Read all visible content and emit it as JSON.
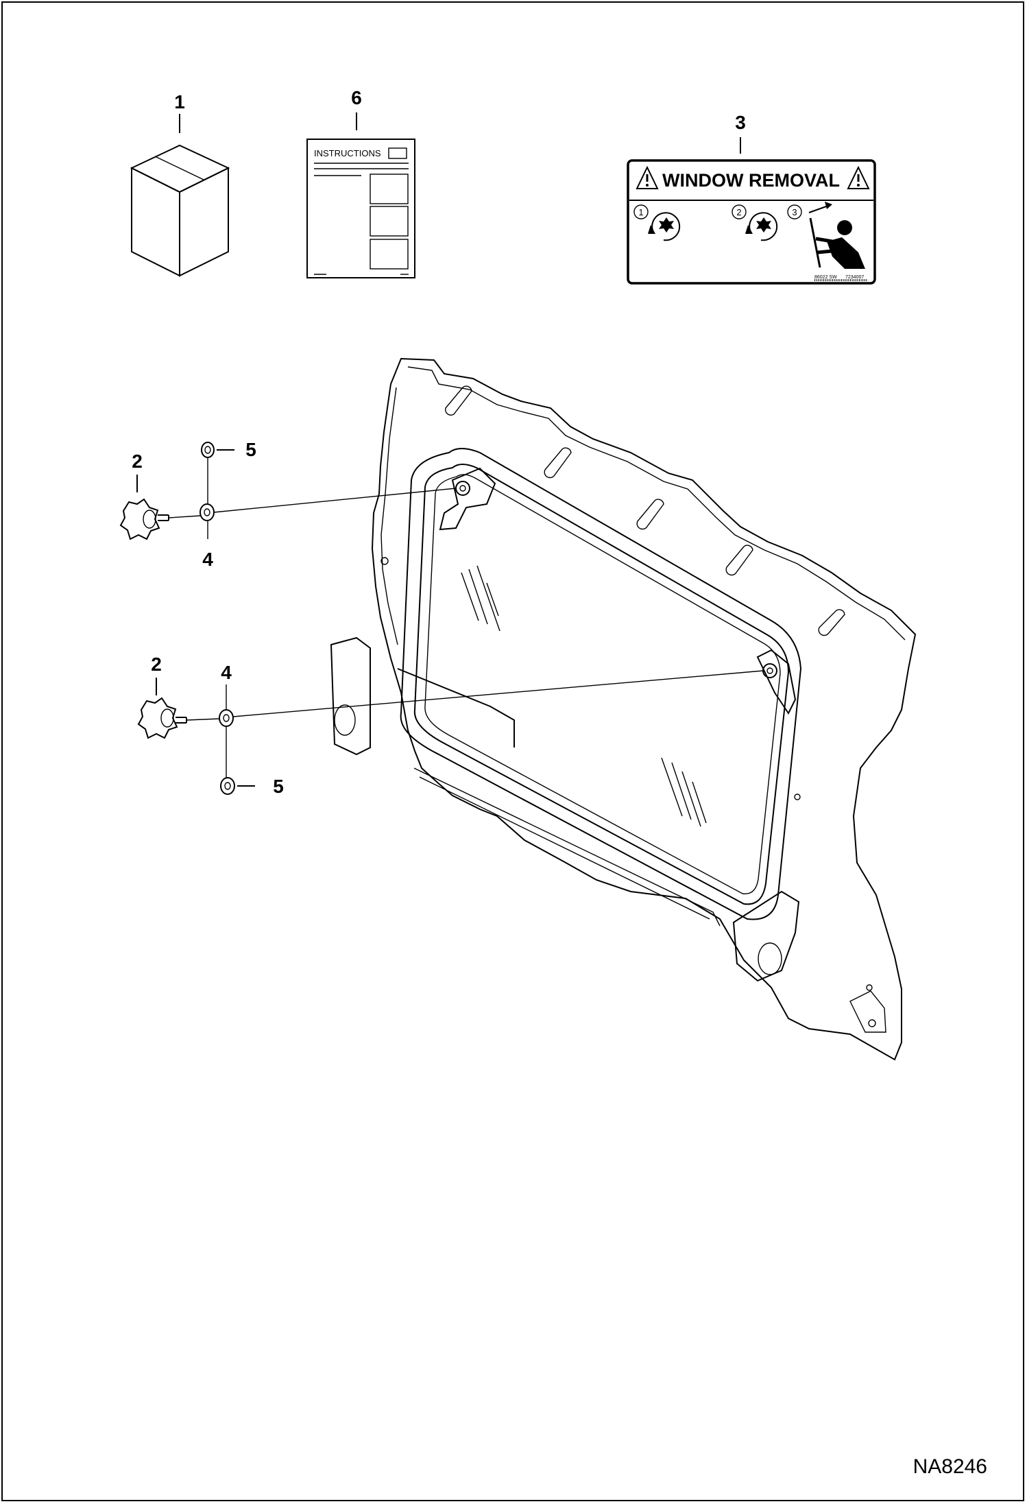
{
  "callouts": {
    "c1": "1",
    "c6": "6",
    "c3": "3",
    "c5_top": "5",
    "c2_top": "2",
    "c4_top": "4",
    "c2_bottom": "2",
    "c4_bottom": "4",
    "c5_bottom": "5"
  },
  "instructions_sheet": {
    "heading": "INSTRUCTIONS"
  },
  "decal": {
    "title": "WINDOW REMOVAL",
    "step1": "1",
    "step2": "2",
    "step3": "3",
    "part_code_left": "86022 SW",
    "part_code_right": "7234007"
  },
  "figure_id": "NA8246"
}
